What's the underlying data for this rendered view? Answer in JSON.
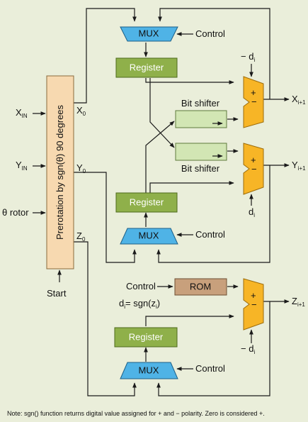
{
  "blocks": {
    "prerotation": "Prerotation by sgn(θ) 90 degrees",
    "mux": "MUX",
    "register": "Register",
    "bit_shifter": "Bit shifter",
    "rom": "ROM",
    "alu_sign_top": "−",
    "alu_sign_plus": "+"
  },
  "inputs": {
    "x_in": "X",
    "x_in_sub": "IN",
    "y_in": "Y",
    "y_in_sub": "IN",
    "theta_rotor": "θ rotor",
    "start": "Start"
  },
  "outputs": {
    "x0": "X",
    "y0": "Y",
    "z0": "Z",
    "out_sub_zero": "0",
    "x_out": "X",
    "y_out": "Y",
    "z_out": "Z",
    "out_sub": "i+1"
  },
  "labels": {
    "control": "Control",
    "minus_di": "− d",
    "di": "d",
    "di_sub": "i",
    "di_eq_prefix": "d",
    "di_eq_suffix": "= sgn(z",
    "di_eq_close": ")"
  },
  "note": "Note: sgn() function returns digital value assigned for + and − polarity. Zero is considered +."
}
